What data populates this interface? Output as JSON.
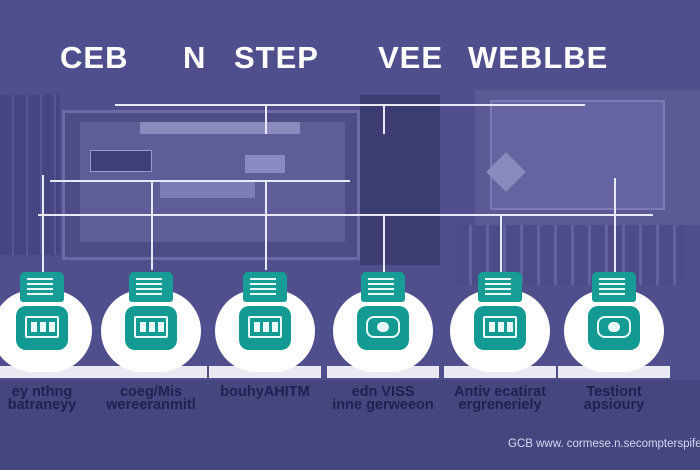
{
  "title": {
    "words": [
      "CEB",
      "N",
      "STEP",
      "VEE",
      "WEBLBE"
    ]
  },
  "steps": [
    {
      "line1": "ey nthng",
      "line2": "batraneyy",
      "icon": "screen-icon"
    },
    {
      "line1": "coeg/Mis",
      "line2": "wereeranmitl",
      "icon": "screen-icon"
    },
    {
      "line1": "bouhyAHITM",
      "line2": "",
      "icon": "screen-icon"
    },
    {
      "line1": "edn VISS",
      "line2": "inne gerweeon",
      "icon": "media-icon"
    },
    {
      "line1": "Antiv ecatirat",
      "line2": "ergreneriely",
      "icon": "screen-icon"
    },
    {
      "line1": "Testiont",
      "line2": "apsioury",
      "icon": "media-icon"
    }
  ],
  "footer": "GCB www. cormese.n.secompterspife",
  "colors": {
    "background": "#4f4f8d",
    "teal": "#179d96",
    "card": "#ffffff",
    "label": "#1f2150"
  }
}
